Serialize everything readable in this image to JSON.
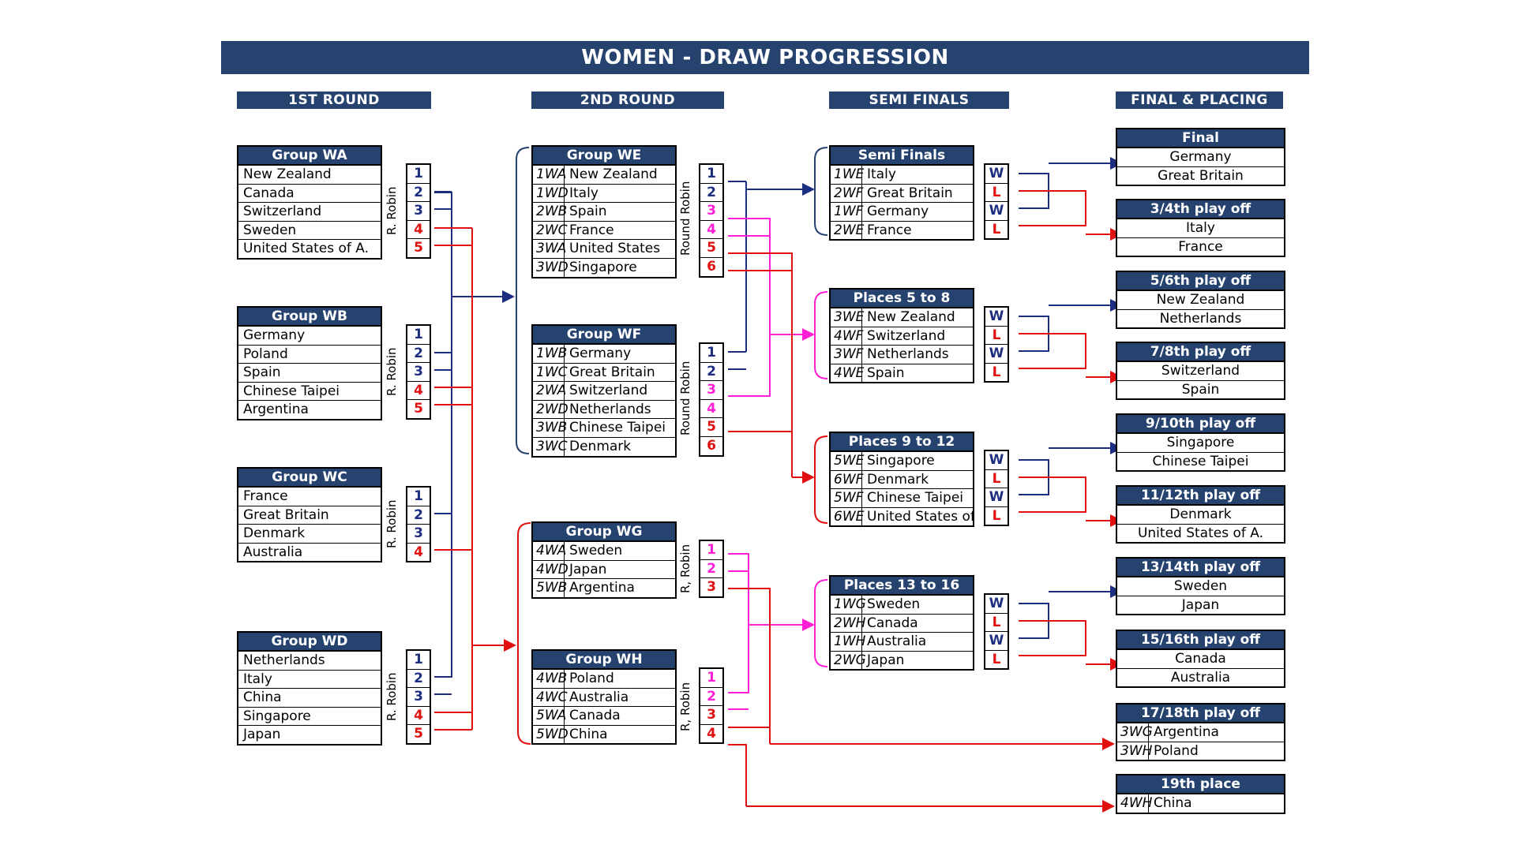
{
  "title": "WOMEN - DRAW PROGRESSION",
  "columns": {
    "round1": "1ST ROUND",
    "round2": "2ND ROUND",
    "semis": "SEMI FINALS",
    "final": "FINAL & PLACING"
  },
  "round1": {
    "rr_label": "R. Robin",
    "groups": [
      {
        "name": "Group WA",
        "teams": [
          "New Zealand",
          "Canada",
          "Switzerland",
          "Sweden",
          "United States of A."
        ],
        "ranks": [
          "1",
          "2",
          "3",
          "4",
          "5"
        ]
      },
      {
        "name": "Group WB",
        "teams": [
          "Germany",
          "Poland",
          "Spain",
          "Chinese Taipei",
          "Argentina"
        ],
        "ranks": [
          "1",
          "2",
          "3",
          "4",
          "5"
        ]
      },
      {
        "name": "Group WC",
        "teams": [
          "France",
          "Great Britain",
          "Denmark",
          "Australia"
        ],
        "ranks": [
          "1",
          "2",
          "3",
          "4"
        ]
      },
      {
        "name": "Group WD",
        "teams": [
          "Netherlands",
          "Italy",
          "China",
          "Singapore",
          "Japan"
        ],
        "ranks": [
          "1",
          "2",
          "3",
          "4",
          "5"
        ]
      }
    ]
  },
  "round2": {
    "rr_label_long": "Round Robin",
    "rr_label_short": "R, Robin",
    "groups": [
      {
        "name": "Group WE",
        "codes": [
          "1WA",
          "1WD",
          "2WB",
          "2WC",
          "3WA",
          "3WD"
        ],
        "teams": [
          "New Zealand",
          "Italy",
          "Spain",
          "France",
          "United States",
          "Singapore"
        ],
        "ranks": [
          "1",
          "2",
          "3",
          "4",
          "5",
          "6"
        ]
      },
      {
        "name": "Group WF",
        "codes": [
          "1WB",
          "1WC",
          "2WA",
          "2WD",
          "3WB",
          "3WC"
        ],
        "teams": [
          "Germany",
          "Great Britain",
          "Switzerland",
          "Netherlands",
          "Chinese Taipei",
          "Denmark"
        ],
        "ranks": [
          "1",
          "2",
          "3",
          "4",
          "5",
          "6"
        ]
      },
      {
        "name": "Group WG",
        "codes": [
          "4WA",
          "4WD",
          "5WB"
        ],
        "teams": [
          "Sweden",
          "Japan",
          "Argentina"
        ],
        "ranks": [
          "1",
          "2",
          "3"
        ]
      },
      {
        "name": "Group WH",
        "codes": [
          "4WB",
          "4WC",
          "5WA",
          "5WD"
        ],
        "teams": [
          "Poland",
          "Australia",
          "Canada",
          "China"
        ],
        "ranks": [
          "1",
          "2",
          "3",
          "4"
        ]
      }
    ]
  },
  "semis": {
    "wl": [
      "W",
      "L",
      "W",
      "L"
    ],
    "groups": [
      {
        "name": "Semi Finals",
        "codes": [
          "1WE",
          "2WF",
          "1WF",
          "2WE"
        ],
        "teams": [
          "Italy",
          "Great Britain",
          "Germany",
          "France"
        ]
      },
      {
        "name": "Places 5 to 8",
        "codes": [
          "3WE",
          "4WF",
          "3WF",
          "4WE"
        ],
        "teams": [
          "New Zealand",
          "Switzerland",
          "Netherlands",
          "Spain"
        ]
      },
      {
        "name": "Places 9 to 12",
        "codes": [
          "5WE",
          "6WF",
          "5WF",
          "6WE"
        ],
        "teams": [
          "Singapore",
          "Denmark",
          "Chinese Taipei",
          "United States of"
        ]
      },
      {
        "name": "Places 13 to 16",
        "codes": [
          "1WG",
          "2WH",
          "1WH",
          "2WG"
        ],
        "teams": [
          "Sweden",
          "Canada",
          "Australia",
          "Japan"
        ]
      }
    ]
  },
  "final": {
    "playoffs": [
      {
        "name": "Final",
        "teams": [
          "Germany",
          "Great Britain"
        ]
      },
      {
        "name": "3/4th play off",
        "teams": [
          "Italy",
          "France"
        ]
      },
      {
        "name": "5/6th play off",
        "teams": [
          "New Zealand",
          "Netherlands"
        ]
      },
      {
        "name": "7/8th play off",
        "teams": [
          "Switzerland",
          "Spain"
        ]
      },
      {
        "name": "9/10th play off",
        "teams": [
          "Singapore",
          "Chinese Taipei"
        ]
      },
      {
        "name": "11/12th play off",
        "teams": [
          "Denmark",
          "United States of A."
        ]
      },
      {
        "name": "13/14th play off",
        "teams": [
          "Sweden",
          "Japan"
        ]
      },
      {
        "name": "15/16th play off",
        "teams": [
          "Canada",
          "Australia"
        ]
      },
      {
        "name": "17/18th play off",
        "codes": [
          "3WG",
          "3WH"
        ],
        "teams": [
          "Argentina",
          "Poland"
        ]
      },
      {
        "name": "19th place",
        "codes": [
          "4WH"
        ],
        "teams": [
          "China"
        ]
      }
    ]
  },
  "colors": {
    "header": "#26426f",
    "winner_line": "#1d2e80",
    "loser_line": "#e01010",
    "middle_line": "#ff1fd6"
  }
}
